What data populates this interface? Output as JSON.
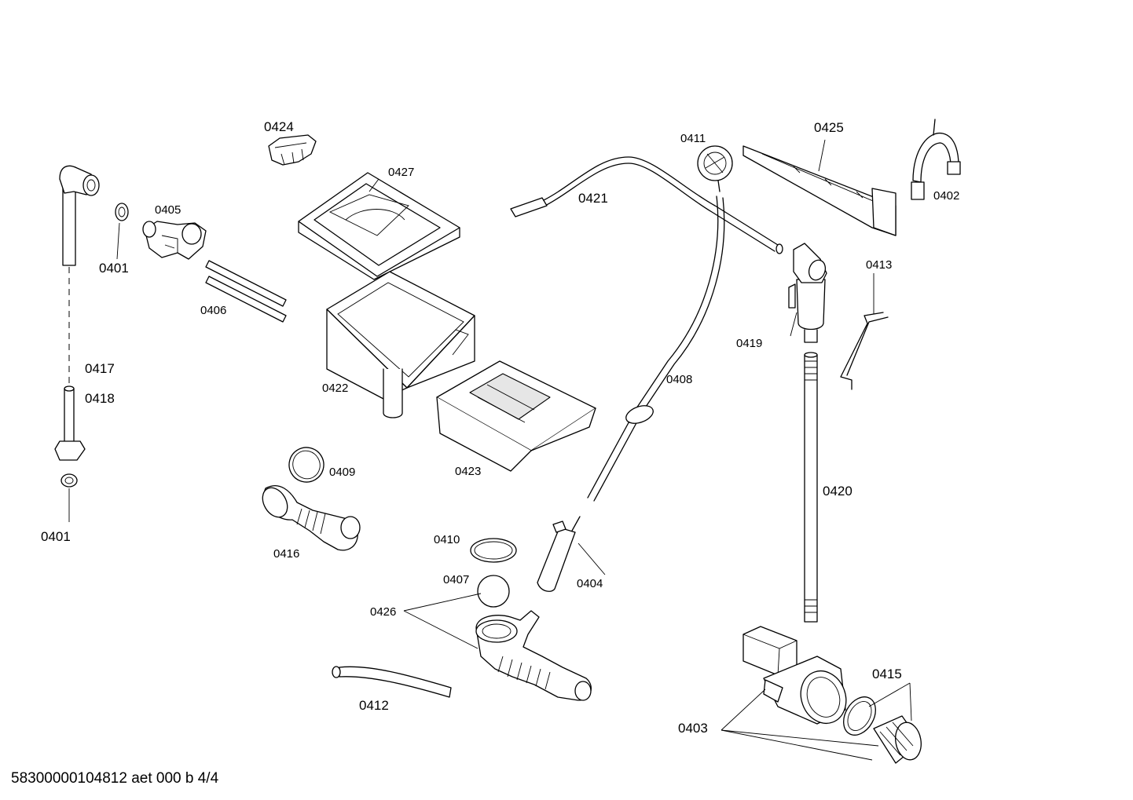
{
  "labels": {
    "p0424": "0424",
    "p0427": "0427",
    "p0405": "0405",
    "p0401a": "0401",
    "p0406": "0406",
    "p0422": "0422",
    "p0417": "0417",
    "p0418": "0418",
    "p0401b": "0401",
    "p0409": "0409",
    "p0416": "0416",
    "p0423": "0423",
    "p0410": "0410",
    "p0407": "0407",
    "p0404": "0404",
    "p0426": "0426",
    "p0412": "0412",
    "p0421": "0421",
    "p0411": "0411",
    "p0425": "0425",
    "p0402": "0402",
    "p0408": "0408",
    "p0413": "0413",
    "p0419": "0419",
    "p0420": "0420",
    "p0415": "0415",
    "p0403": "0403"
  },
  "footer": "58300000104812 aet 000 b 4/4"
}
